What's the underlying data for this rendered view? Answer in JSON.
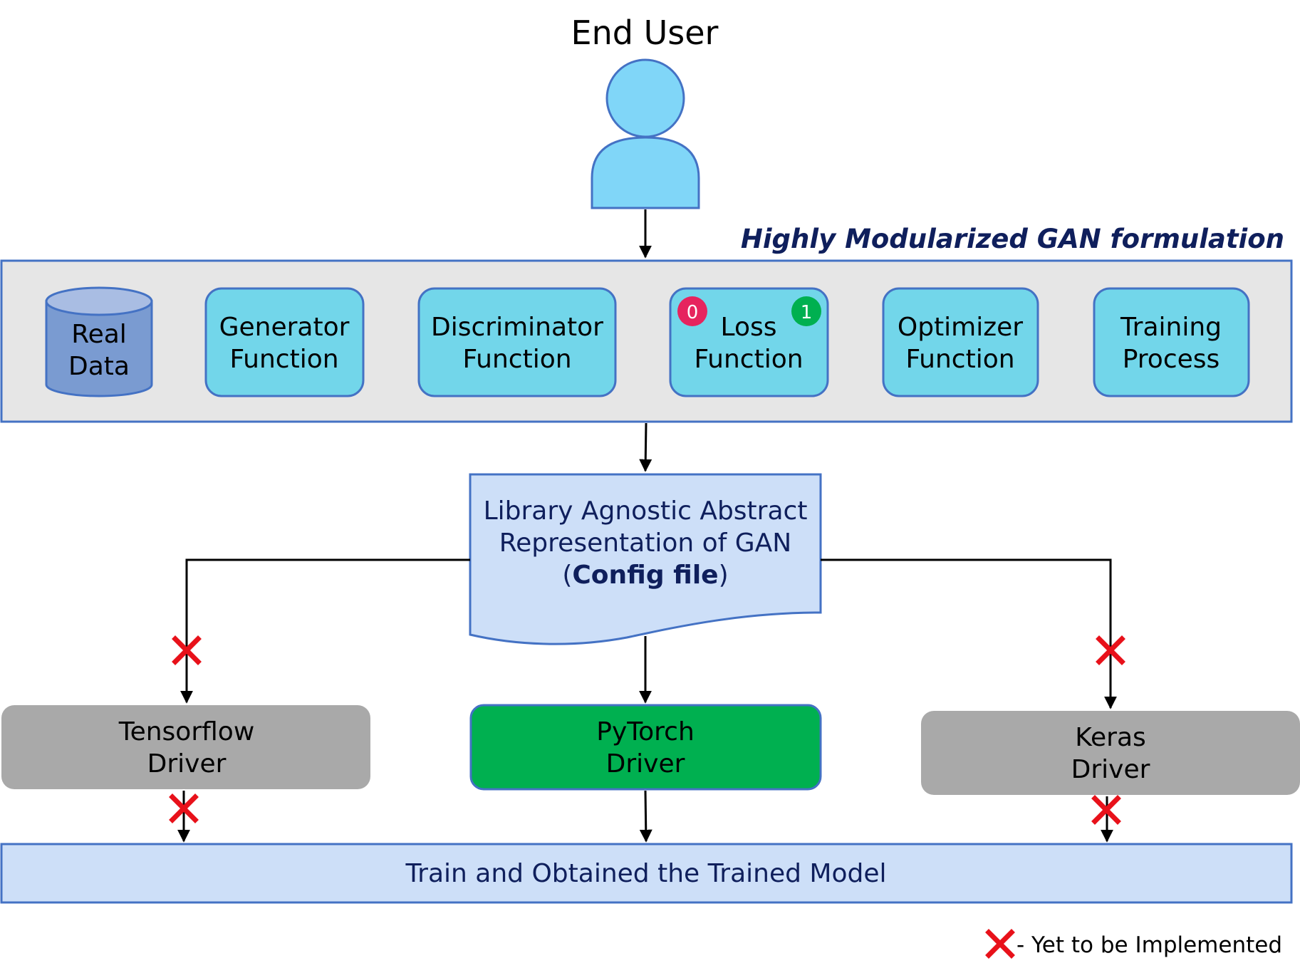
{
  "user": {
    "title": "End User"
  },
  "panel": {
    "title": "Highly Modularized GAN formulation",
    "modules": [
      {
        "line1": "Real",
        "line2": "Data"
      },
      {
        "line1": "Generator",
        "line2": "Function"
      },
      {
        "line1": "Discriminator",
        "line2": "Function"
      },
      {
        "line1": "Loss",
        "line2": "Function",
        "badge_left": "0",
        "badge_right": "1"
      },
      {
        "line1": "Optimizer",
        "line2": "Function"
      },
      {
        "line1": "Training",
        "line2": "Process"
      }
    ]
  },
  "config": {
    "line1": "Library Agnostic Abstract",
    "line2": "Representation of GAN",
    "line3_open": "(",
    "line3_bold": "Config file",
    "line3_close": ")"
  },
  "drivers": [
    {
      "line1": "Tensorflow",
      "line2": "Driver",
      "status": "not-implemented"
    },
    {
      "line1": "PyTorch",
      "line2": "Driver",
      "status": "implemented"
    },
    {
      "line1": "Keras",
      "line2": "Driver",
      "status": "not-implemented"
    }
  ],
  "output": {
    "label": "Train and Obtained the Trained Model"
  },
  "legend": {
    "label": "- Yet to be Implemented"
  },
  "colors": {
    "module_fill": "#72d6ea",
    "module_stroke": "#4472c4",
    "cylinder_fill": "#7a9bd1",
    "panel_fill": "#e6e6e6",
    "config_fill": "#cddff8",
    "driver_gray": "#a9a9a9",
    "driver_green": "#00b050",
    "user_fill": "#80d6f8",
    "badge_red": "#e6245e",
    "badge_green": "#00b050",
    "cross_red": "#e8111a",
    "navy": "#0f1f5c"
  }
}
